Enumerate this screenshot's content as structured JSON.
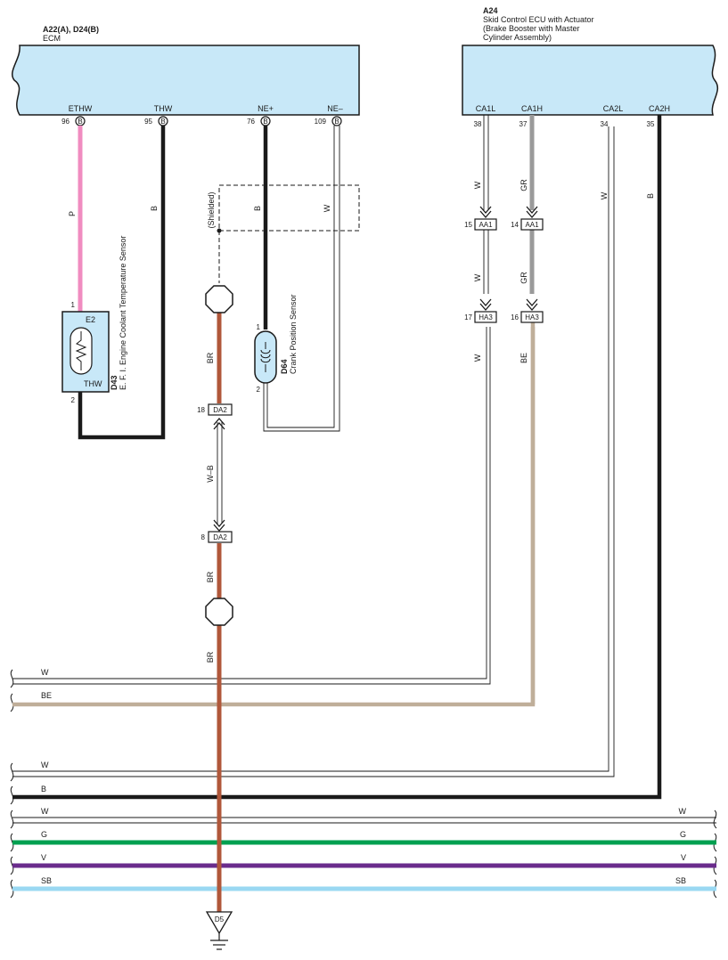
{
  "ecm": {
    "code": "A22(A), D24(B)",
    "name": "ECM",
    "terminals": [
      {
        "name": "ETHW",
        "pin": "96",
        "conn": "B"
      },
      {
        "name": "THW",
        "pin": "95",
        "conn": "B"
      },
      {
        "name": "NE+",
        "pin": "76",
        "conn": "B"
      },
      {
        "name": "NE–",
        "pin": "109",
        "conn": "B"
      }
    ]
  },
  "skid_ecu": {
    "code": "A24",
    "name_line1": "Skid Control ECU with Actuator",
    "name_line2": "(Brake Booster with Master",
    "name_line3": " Cylinder Assembly)",
    "terminals": [
      {
        "name": "CA1L",
        "pin": "38"
      },
      {
        "name": "CA1H",
        "pin": "37"
      },
      {
        "name": "CA2L",
        "pin": "34"
      },
      {
        "name": "CA2H",
        "pin": "35"
      }
    ]
  },
  "coolant_sensor": {
    "code": "D43",
    "name": "E. F. I.  Engine Coolant Temperature Sensor",
    "pin_top": "1",
    "pin_bottom": "2",
    "term_top": "E2",
    "term_bottom": "THW"
  },
  "crank_sensor": {
    "code": "D64",
    "name": "Crank Position Sensor",
    "pin_top": "1",
    "pin_bottom": "2"
  },
  "shielded_label": "(Shielded)",
  "wire_colors_ecm": {
    "ethw": "P",
    "thw": "B",
    "ne_plus": "B",
    "ne_minus": "W"
  },
  "junction_da2_top": {
    "pin": "18",
    "name": "DA2"
  },
  "junction_da2_bottom": {
    "pin": "8",
    "name": "DA2"
  },
  "wire_wb": "W–B",
  "br_labels": [
    "BR",
    "BR",
    "BR"
  ],
  "skid_connectors": {
    "aa1_left": {
      "pin": "15",
      "name": "AA1"
    },
    "aa1_right": {
      "pin": "14",
      "name": "AA1"
    },
    "ha3_left": {
      "pin": "17",
      "name": "HA3"
    },
    "ha3_right": {
      "pin": "16",
      "name": "HA3"
    }
  },
  "skid_wire_labels": {
    "ca1l_upper": "W",
    "ca1h_upper": "GR",
    "ca1l_mid": "W",
    "ca1h_mid": "GR",
    "ca1l_lower": "W",
    "ca1h_lower": "BE",
    "ca2l": "W",
    "ca2h": "B"
  },
  "bus_lines_left": [
    "W",
    "BE",
    "W",
    "B",
    "W",
    "G",
    "V",
    "SB"
  ],
  "bus_lines_right": [
    "W",
    "G",
    "V",
    "SB"
  ],
  "ground": "D5",
  "colors": {
    "pink": "#f08cc0",
    "black": "#1a1a1a",
    "brown": "#b0573a",
    "gray": "#9a9a9a",
    "beige": "#bfae99",
    "green": "#00a050",
    "violet": "#6a2c8c",
    "skyblue": "#9ad8f2",
    "component": "#c8e8f8"
  }
}
